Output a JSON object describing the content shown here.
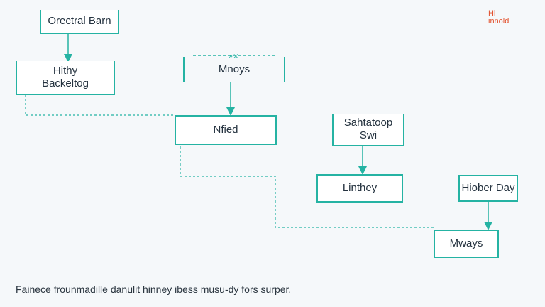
{
  "logo": {
    "line1": "Hi",
    "line2": "innold"
  },
  "nodes": {
    "orectral_barn": "Orectral Barn",
    "hithy_line1": "Hithy",
    "hithy_line2": "Backeltog",
    "mnoys": "Mnoys",
    "nfied": "Nfied",
    "sahtatoop_line1": "Sahtatoop",
    "sahtatoop_line2": "Swi",
    "linthey": "Linthey",
    "hiober_day": "Hiober Day",
    "mways": "Mways"
  },
  "caption": "Fainece frounmadille danulit hinney ibess musu-dy fors surper.",
  "colors": {
    "accent": "#25b3a3",
    "logo": "#e2522e",
    "background": "#f5f8fa"
  }
}
